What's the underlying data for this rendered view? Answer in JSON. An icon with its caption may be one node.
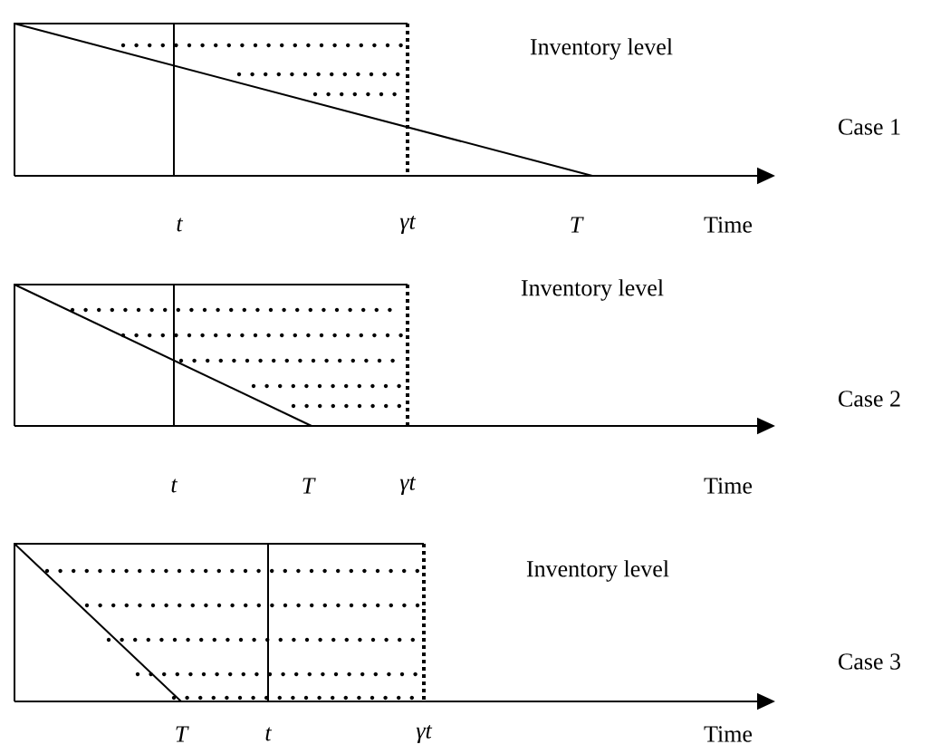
{
  "diagram": {
    "labels": [
      "Inventory level",
      "Case 1",
      "t",
      "γt",
      "T",
      "Time",
      "Inventory level",
      "Case 2",
      "t",
      "T",
      "γt",
      "Time",
      "Inventory level",
      "Case 3",
      "T",
      "t",
      "γt",
      "Time"
    ]
  }
}
